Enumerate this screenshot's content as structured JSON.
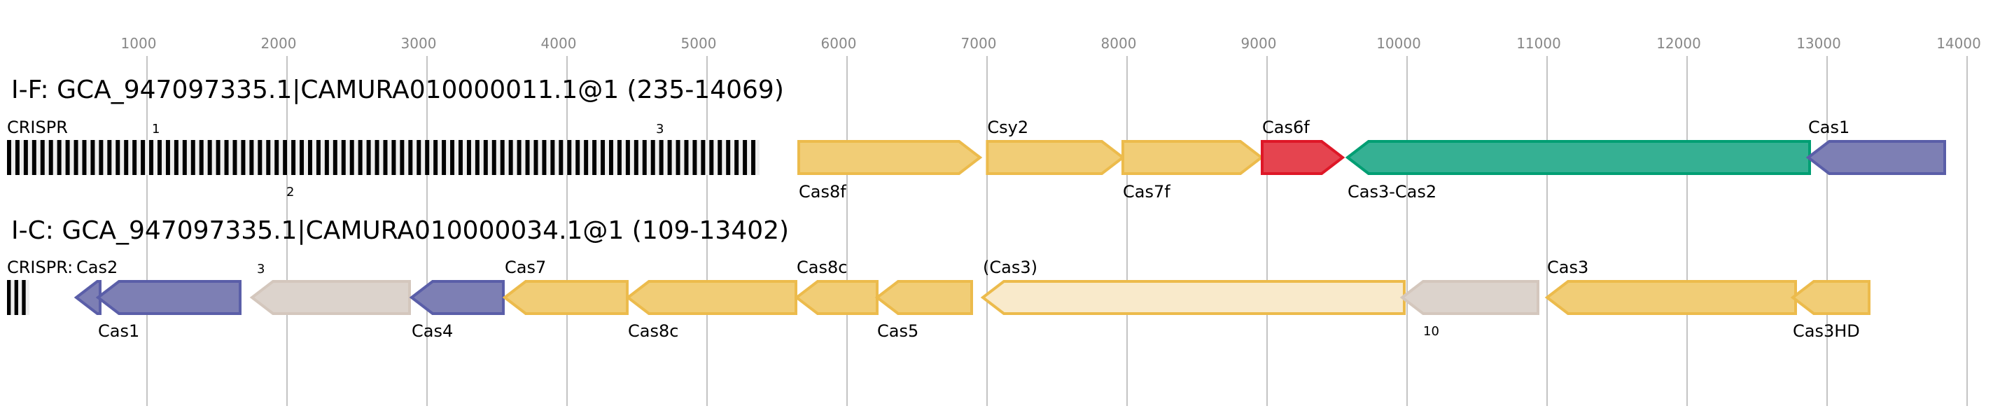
{
  "axis": {
    "ticks": [
      1000,
      2000,
      3000,
      4000,
      5000,
      6000,
      7000,
      8000,
      9000,
      10000,
      11000,
      12000,
      13000,
      14000
    ]
  },
  "colors": {
    "yellow": {
      "fill": "#f1cd76",
      "stroke": "#ecbb4c"
    },
    "yellow_light": {
      "fill": "#f9eacb",
      "stroke": "#ecbb4c"
    },
    "purple": {
      "fill": "#7d7fb4",
      "stroke": "#5a5ea8"
    },
    "green": {
      "fill": "#35b093",
      "stroke": "#009e73"
    },
    "red": {
      "fill": "#e5444f",
      "stroke": "#de1727"
    },
    "gray": {
      "fill": "#dcd3cc",
      "stroke": "#d4c7bd"
    }
  },
  "loci": [
    {
      "title": "I-F: GCA_947097335.1|CAMURA010000011.1@1 (235-14069)",
      "crispr": {
        "label": "CRISPR",
        "start": 0,
        "end": 5375,
        "repeats": 90,
        "numbers": [
          {
            "text": "1",
            "pos": 1035,
            "side": "above"
          },
          {
            "text": "2",
            "pos": 1995,
            "side": "below"
          },
          {
            "text": "3",
            "pos": 4635,
            "side": "above"
          }
        ]
      },
      "genes": [
        {
          "label": "Cas8f",
          "start": 5655,
          "end": 6950,
          "strand": "+",
          "color": "yellow",
          "label_side": "below"
        },
        {
          "label": "Csy2",
          "start": 7002,
          "end": 7970,
          "strand": "+",
          "color": "yellow",
          "label_side": "above"
        },
        {
          "label": "Cas7f",
          "start": 7970,
          "end": 8960,
          "strand": "+",
          "color": "yellow",
          "label_side": "below"
        },
        {
          "label": "Cas6f",
          "start": 8965,
          "end": 9540,
          "strand": "+",
          "color": "red",
          "label_side": "above"
        },
        {
          "label": "Cas3-Cas2",
          "start": 9575,
          "end": 12875,
          "strand": "-",
          "color": "green",
          "label_side": "below"
        },
        {
          "label": "Cas1",
          "start": 12865,
          "end": 13840,
          "strand": "-",
          "color": "purple",
          "label_side": "above"
        }
      ]
    },
    {
      "title": "I-C: GCA_947097335.1|CAMURA010000034.1@1 (109-13402)",
      "crispr": {
        "label": "CRISPR:",
        "start": 0,
        "end": 160,
        "repeats": 3,
        "numbers": [
          {
            "text": "3",
            "pos": 1785,
            "side": "above"
          },
          {
            "text": "10",
            "pos": 10115,
            "side": "below"
          }
        ]
      },
      "genes": [
        {
          "label": "Cas2",
          "start": 495,
          "end": 665,
          "strand": "-",
          "color": "purple",
          "label_side": "above"
        },
        {
          "label": "Cas1",
          "start": 650,
          "end": 1665,
          "strand": "-",
          "color": "purple",
          "label_side": "below"
        },
        {
          "label": "",
          "start": 1750,
          "end": 2875,
          "strand": "-",
          "color": "gray",
          "label_side": "none"
        },
        {
          "label": "Cas4",
          "start": 2890,
          "end": 3545,
          "strand": "-",
          "color": "purple",
          "label_side": "below"
        },
        {
          "label": "Cas7",
          "start": 3555,
          "end": 4430,
          "strand": "-",
          "color": "yellow",
          "label_side": "above"
        },
        {
          "label": "Cas8c",
          "start": 4435,
          "end": 5635,
          "strand": "-",
          "color": "yellow",
          "label_side": "below"
        },
        {
          "label": "Cas8c",
          "start": 5640,
          "end": 6215,
          "strand": "-",
          "color": "yellow",
          "label_side": "above"
        },
        {
          "label": "Cas5",
          "start": 6215,
          "end": 6890,
          "strand": "-",
          "color": "yellow",
          "label_side": "below"
        },
        {
          "label": "(Cas3)",
          "start": 6970,
          "end": 9980,
          "strand": "-",
          "color": "yellow_light",
          "label_side": "above"
        },
        {
          "label": "",
          "start": 9965,
          "end": 10935,
          "strand": "-",
          "color": "gray",
          "label_side": "none"
        },
        {
          "label": "Cas3",
          "start": 11000,
          "end": 12775,
          "strand": "-",
          "color": "yellow",
          "label_side": "above"
        },
        {
          "label": "Cas3HD",
          "start": 12755,
          "end": 13300,
          "strand": "-",
          "color": "yellow",
          "label_side": "below"
        }
      ]
    }
  ]
}
